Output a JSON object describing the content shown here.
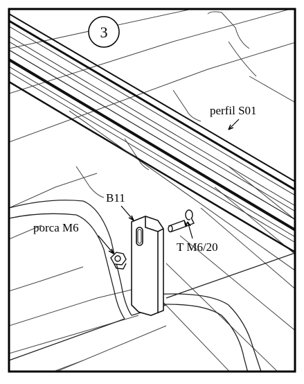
{
  "figure": {
    "step_number": "3",
    "labels": {
      "profile": "perfil S01",
      "bracket": "B11",
      "nut": "porca M6",
      "bolt": "T M6/20"
    }
  }
}
